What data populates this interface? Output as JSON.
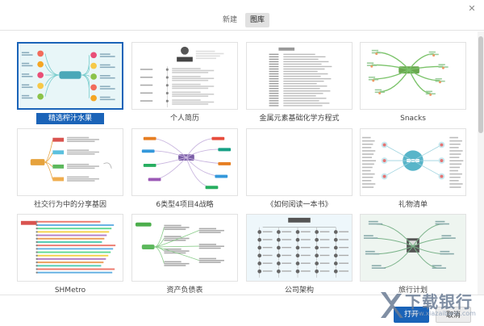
{
  "tabs": [
    {
      "label": "新建",
      "active": false
    },
    {
      "label": "图库",
      "active": true
    }
  ],
  "close_glyph": "✕",
  "templates": [
    {
      "label": "精选榨汁水果",
      "selected": true,
      "style": "fruits",
      "col": 0,
      "row": 0
    },
    {
      "label": "个人简历",
      "selected": false,
      "style": "resume",
      "col": 1,
      "row": 0
    },
    {
      "label": "金属元素基础化学方程式",
      "selected": false,
      "style": "lines",
      "col": 2,
      "row": 0
    },
    {
      "label": "Snacks",
      "selected": false,
      "style": "snacks",
      "col": 3,
      "row": 0
    },
    {
      "label": "社交行为中的分享基因",
      "selected": false,
      "style": "social",
      "col": 0,
      "row": 1
    },
    {
      "label": "6类型4项目4战略",
      "selected": false,
      "style": "strategy",
      "col": 1,
      "row": 1
    },
    {
      "label": "《如何阅读一本书》",
      "selected": false,
      "style": "blank",
      "col": 2,
      "row": 1
    },
    {
      "label": "礼物清单",
      "selected": false,
      "style": "gift",
      "col": 3,
      "row": 1
    },
    {
      "label": "SHMetro",
      "selected": false,
      "style": "metro",
      "col": 0,
      "row": 2
    },
    {
      "label": "资产负债表",
      "selected": false,
      "style": "balance",
      "col": 1,
      "row": 2
    },
    {
      "label": "公司架构",
      "selected": false,
      "style": "org",
      "col": 2,
      "row": 2
    },
    {
      "label": "旅行计划",
      "selected": false,
      "style": "travel",
      "col": 3,
      "row": 2
    }
  ],
  "footer": {
    "open_label": "打开",
    "cancel_label": "取消"
  },
  "watermark": {
    "text": "下载银行",
    "url": "www.xiazaibank.com"
  },
  "colors": {
    "accent": "#1a63b8",
    "fruit_bg": "#e8f6f8",
    "node_teal": "#4aa8b8",
    "snack_green": "#7bc36a",
    "gift_teal": "#58b5c9",
    "org_bg": "#eef7fb"
  }
}
